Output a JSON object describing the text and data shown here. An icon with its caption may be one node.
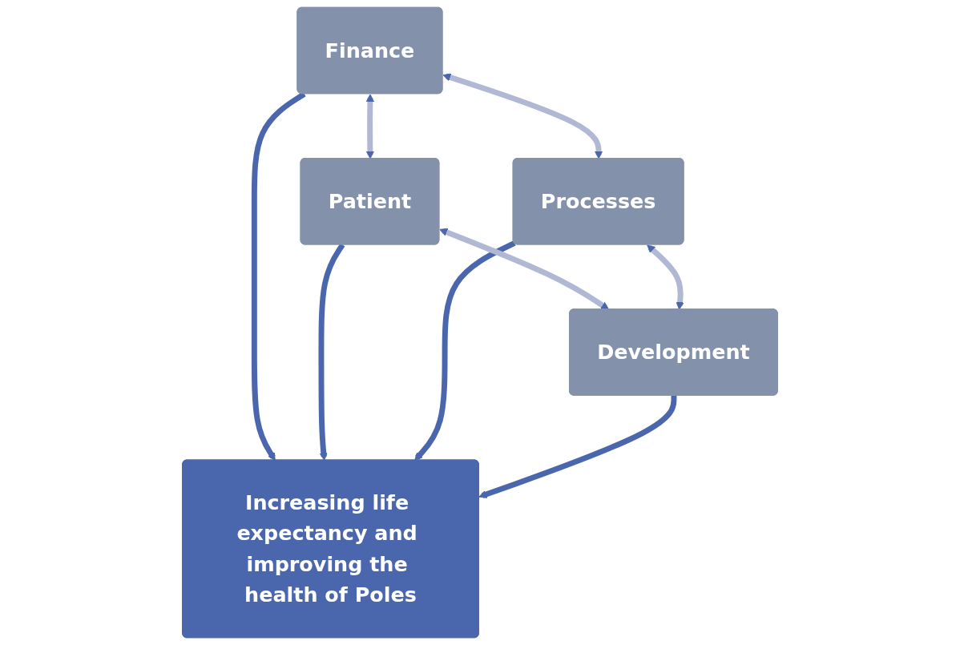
{
  "diagram": {
    "nodes": [
      {
        "text": [
          "Finance"
        ]
      },
      {
        "text": [
          "Patient"
        ]
      },
      {
        "text": [
          "Increasing life expectancy and improving the health of Poles"
        ]
      },
      {
        "text": [
          "Processes"
        ]
      },
      {
        "text": [
          "Development"
        ]
      }
    ],
    "edges": [
      {
        "from": 0,
        "to": 2,
        "arrow": "to"
      },
      {
        "from": 1,
        "to": 2,
        "arrow": "to"
      },
      {
        "from": 3,
        "to": 2,
        "arrow": "to"
      },
      {
        "from": 4,
        "to": 2,
        "arrow": "to"
      },
      {
        "from": 0,
        "to": 1,
        "arrow": "both",
        "color": "#b0b8d4"
      },
      {
        "from": 0,
        "to": 3,
        "arrow": "both",
        "color": "#b0b8d4"
      },
      {
        "from": 1,
        "to": 4,
        "arrow": "both",
        "color": "#b0b8d4"
      },
      {
        "from": 3,
        "to": 4,
        "arrow": "both",
        "color": "#b0b8d4"
      }
    ]
  }
}
